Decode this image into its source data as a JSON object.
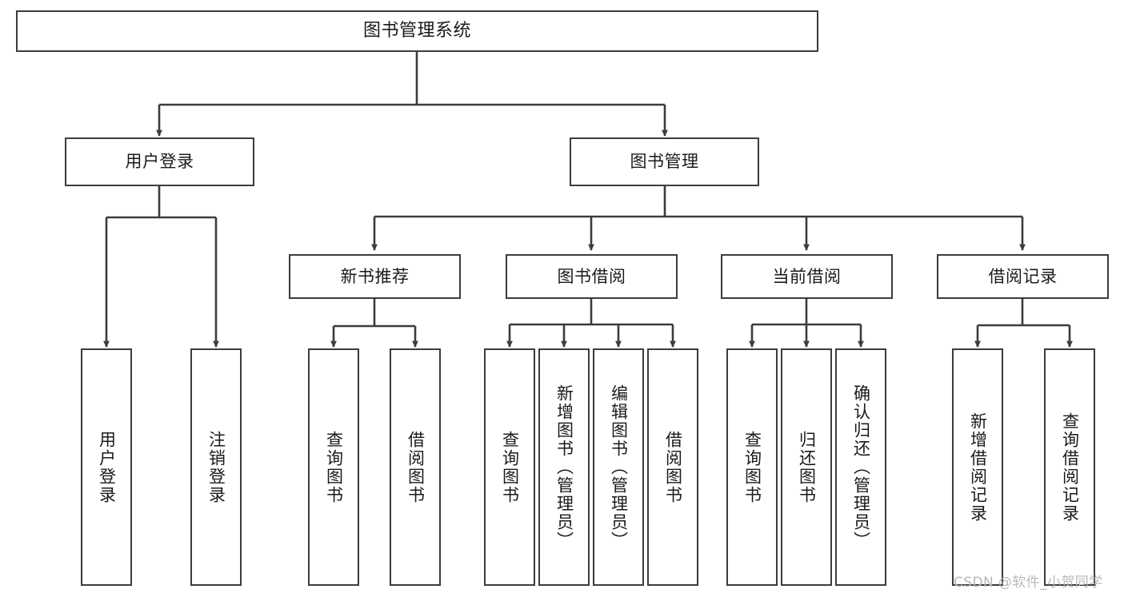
{
  "diagram": {
    "title": "图书管理系统",
    "type": "tree",
    "colors": {
      "background": "#ffffff",
      "stroke": "#3c3c3c",
      "text": "#1a1a1a",
      "watermark": "#b9b9b9"
    },
    "root": {
      "label": "图书管理系统"
    },
    "level1": [
      {
        "label": "用户登录"
      },
      {
        "label": "图书管理"
      }
    ],
    "level2": [
      {
        "label": "新书推荐"
      },
      {
        "label": "图书借阅"
      },
      {
        "label": "当前借阅"
      },
      {
        "label": "借阅记录"
      }
    ],
    "leaves": {
      "user_login": [
        {
          "label": "用户登录"
        },
        {
          "label": "注销登录"
        }
      ],
      "new_book_recommend": [
        {
          "label": "查询图书"
        },
        {
          "label": "借阅图书"
        }
      ],
      "book_borrow": [
        {
          "label": "查询图书"
        },
        {
          "label": "新增图书（管理员）"
        },
        {
          "label": "编辑图书（管理员）"
        },
        {
          "label": "借阅图书"
        }
      ],
      "current_borrow": [
        {
          "label": "查询图书"
        },
        {
          "label": "归还图书"
        },
        {
          "label": "确认归还（管理员）"
        }
      ],
      "borrow_record": [
        {
          "label": "新增借阅记录"
        },
        {
          "label": "查询借阅记录"
        }
      ]
    }
  },
  "watermark": {
    "text": "CSDN @软件_小贺同学"
  }
}
